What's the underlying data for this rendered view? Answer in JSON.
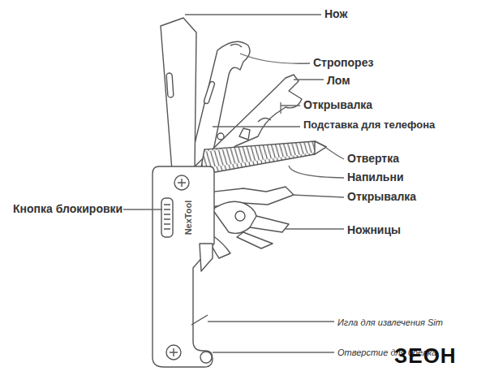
{
  "diagram": {
    "labels": [
      "Нож",
      "Стропорез",
      "Лом",
      "Открывалка",
      "Подставка для телефона",
      "Отвертка",
      "Напильни",
      "Открывалка",
      "Ножницы",
      "Кнопка блокировки",
      "NexTool",
      "Игла для извлечения Sim",
      "Отверстие для брелка",
      "ЗЕОН"
    ]
  }
}
